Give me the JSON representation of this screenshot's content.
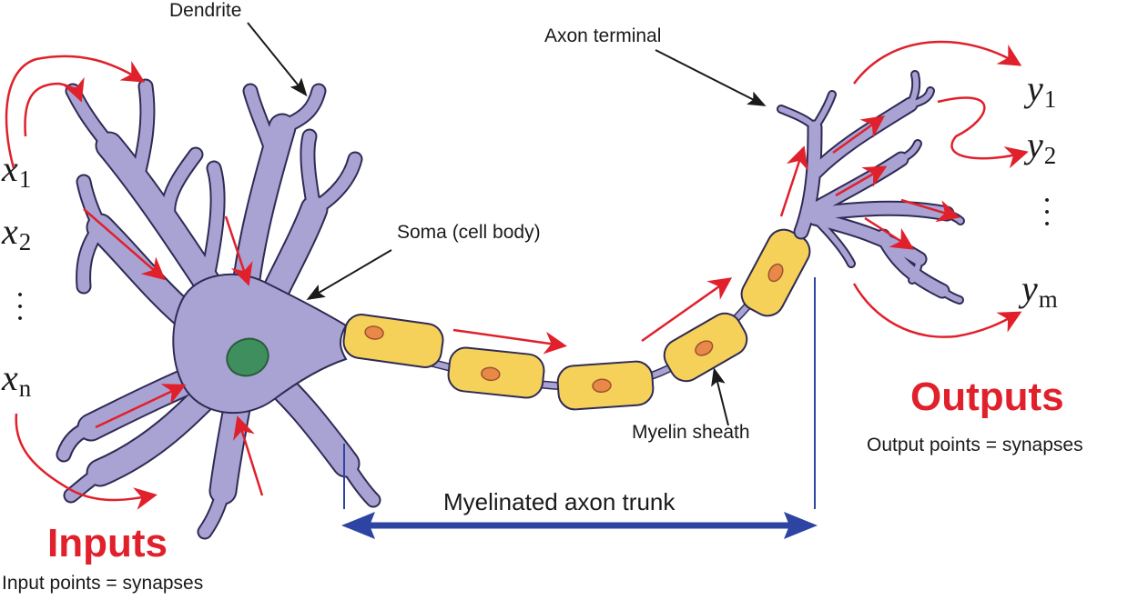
{
  "labels": {
    "dendrite": "Dendrite",
    "axon_terminal": "Axon terminal",
    "soma": "Soma (cell body)",
    "myelin_sheath": "Myelin sheath",
    "axon_trunk": "Myelinated axon trunk",
    "inputs_title": "Inputs",
    "inputs_caption": "Input points = synapses",
    "outputs_title": "Outputs",
    "outputs_caption": "Output points = synapses"
  },
  "inputs": [
    {
      "symbol": "x",
      "sub": "1"
    },
    {
      "symbol": "x",
      "sub": "2"
    },
    {
      "symbol": "x",
      "sub": "n"
    }
  ],
  "outputs": [
    {
      "symbol": "y",
      "sub": "1"
    },
    {
      "symbol": "y",
      "sub": "2"
    },
    {
      "symbol": "y",
      "sub": "m"
    }
  ],
  "colors": {
    "neuron": "#a9a3d4",
    "nucleus": "#3f8f5e",
    "myelin": "#f5d15a",
    "myelin_node": "#e8894a",
    "signal_arrow": "#e0202b",
    "trunk_arrow": "#2e44a3"
  }
}
